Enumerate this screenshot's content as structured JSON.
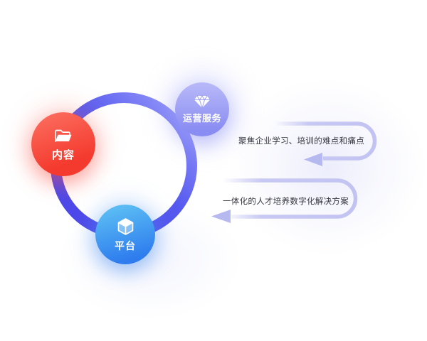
{
  "diagram": {
    "badges": [
      {
        "id": "content",
        "label": "内容",
        "icon": "folder-icon",
        "color_top": "#fb6a5b",
        "color_bottom": "#f43a2e"
      },
      {
        "id": "operation",
        "label": "运营服务",
        "icon": "diamond-icon",
        "color_top": "#b6b7f8",
        "color_bottom": "#898cf2"
      },
      {
        "id": "platform",
        "label": "平台",
        "icon": "cube-icon",
        "color_top": "#5ec1f4",
        "color_bottom": "#2e7cee"
      }
    ],
    "points": [
      {
        "text": "聚焦企业学习、培训的难点和痛点"
      },
      {
        "text": "一体化的人才培养数字化解决方案"
      }
    ],
    "colors": {
      "ring_dark": "#4a43e7",
      "ring_mid": "#5659ef",
      "ring_light": "#9c9ffa",
      "arrow_line": "#c7c8f3",
      "arrow_head": "#b6b8f0",
      "point_text": "#35353f",
      "badge_text": "#ffffff"
    }
  }
}
